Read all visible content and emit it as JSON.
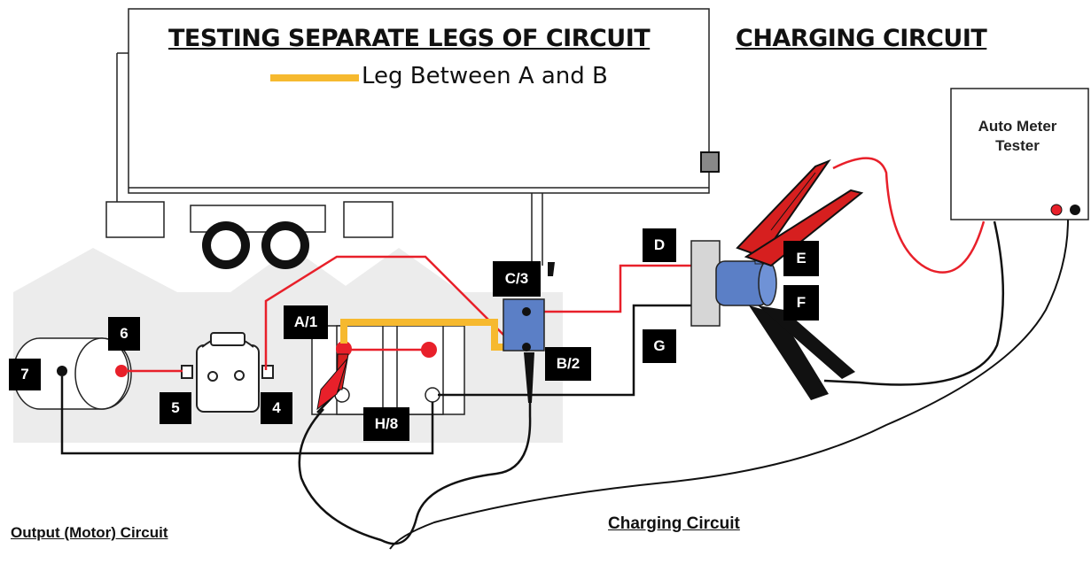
{
  "title": "TESTING SEPARATE LEGS OF CIRCUIT",
  "section_title": "CHARGING CIRCUIT",
  "legend": {
    "label": "Leg Between A and B",
    "color": "#f6b92f"
  },
  "meter": {
    "line1": "Auto Meter",
    "line2": "Tester"
  },
  "labels": {
    "a1": "A/1",
    "b2": "B/2",
    "c3": "C/3",
    "d": "D",
    "e": "E",
    "f": "F",
    "g": "G",
    "h8": "H/8",
    "n4": "4",
    "n5": "5",
    "n6": "6",
    "n7": "7"
  },
  "captions": {
    "output": "Output (Motor) Circuit",
    "charging": "Charging Circuit"
  },
  "colors": {
    "wire_red": "#e8202a",
    "wire_black": "#111111",
    "leg": "#f6b92f",
    "connector_blue": "#5b7fc6",
    "clamp_red": "#d61f1f"
  }
}
